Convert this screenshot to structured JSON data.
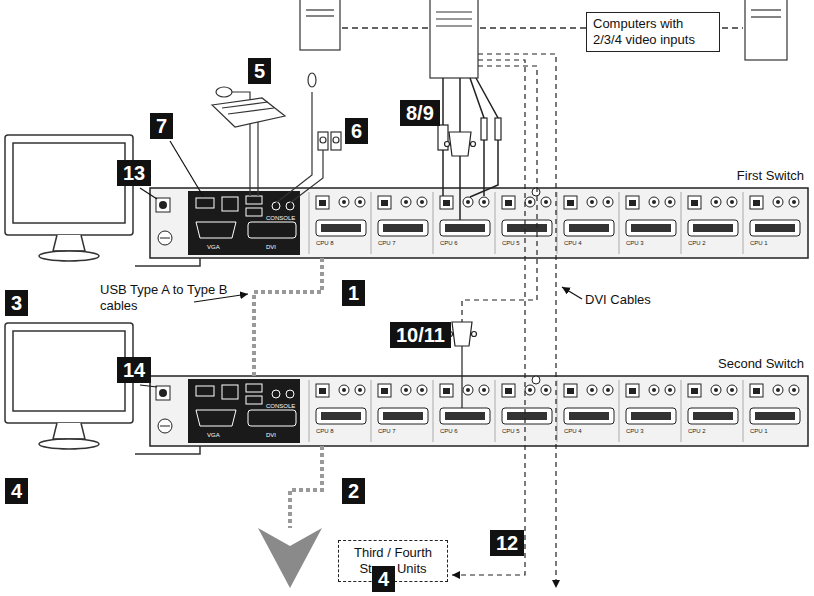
{
  "diagram": {
    "nodes": [
      {
        "text": [
          "Computers with 2/3/4 video inputs"
        ]
      },
      {
        "text": [
          "First Switch"
        ]
      },
      {
        "text": [
          "Second Switch"
        ]
      },
      {
        "text": [
          "Third / Fourth Stage Units"
        ]
      }
    ],
    "edges": [
      {
        "from": 1,
        "to": 2,
        "arrow": "none"
      }
    ],
    "labels": [
      "13",
      "7",
      "5",
      "6",
      "8/9",
      "1",
      "3",
      "USB Type A to Type B cables",
      "DVI Cables",
      "10/11",
      "14",
      "4",
      "2",
      "12",
      "4",
      "CPU 8",
      "CPU 7",
      "CPU 6",
      "CPU 5",
      "CPU 4",
      "CPU 3",
      "CPU 2",
      "CPU 1",
      "CPU 8",
      "CPU 7",
      "CPU 6",
      "CPU 5",
      "CPU 4",
      "CPU 3",
      "CPU 2",
      "CPU 1",
      "VGA",
      "DVI",
      "CONSOLE",
      "VGA",
      "DVI",
      "CONSOLE"
    ]
  }
}
